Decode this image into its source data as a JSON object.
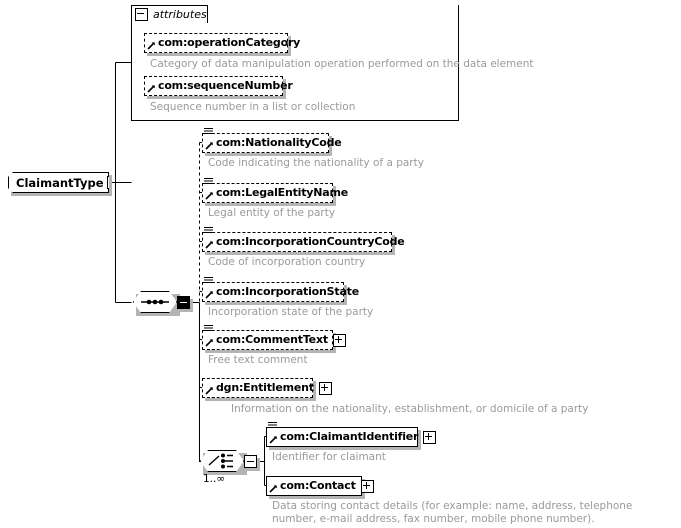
{
  "diagram": {
    "title": "ClaimantType",
    "type": "xsd-schema-diagram",
    "colors": {
      "line": "#000000",
      "box_fill": "#ffffff",
      "shadow": "#b4b4b4",
      "description_text": "#9a9a9a"
    }
  },
  "root": {
    "name": "ClaimantType",
    "collapse_icon": "minus-box"
  },
  "attributes_panel": {
    "tab_label": "attributes",
    "tab_icon": "minus-box",
    "items": [
      {
        "name": "com:operationCategory",
        "description": "Category of data manipulation operation performed on the data element",
        "optional": true,
        "icon": "attribute-arrow-icon"
      },
      {
        "name": "com:sequenceNumber",
        "description": "Sequence number in a list or collection",
        "optional": true,
        "icon": "attribute-arrow-icon"
      }
    ]
  },
  "sequence": {
    "compositor": "sequence",
    "button": "filled-minus-box",
    "children": [
      {
        "name": "com:NationalityCode",
        "description": "Code indicating the nationality of a party",
        "optional": true,
        "expandable": false
      },
      {
        "name": "com:LegalEntityName",
        "description": "Legal entity of the party",
        "optional": true,
        "expandable": false
      },
      {
        "name": "com:IncorporationCountryCode",
        "description": "Code of incorporation country",
        "optional": true,
        "expandable": false
      },
      {
        "name": "com:IncorporationState",
        "description": "Incorporation state of the party",
        "optional": true,
        "expandable": false
      },
      {
        "name": "com:CommentText",
        "description": "Free text comment",
        "optional": true,
        "expandable": true
      },
      {
        "name": "dgn:Entitlement",
        "description": "Information on the nationality, establishment, or domicile of a party",
        "optional": true,
        "expandable": true
      }
    ]
  },
  "choice": {
    "compositor": "choice",
    "occurrence": "1..∞",
    "button": "open-minus-box",
    "children": [
      {
        "name": "com:ClaimantIdentifier",
        "description": "Identifier for claimant",
        "optional": false,
        "expandable": true
      },
      {
        "name": "com:Contact",
        "description": "Data storing contact details (for example: name, address, telephone number, e-mail address, fax number, mobile phone number).",
        "optional": false,
        "expandable": true
      }
    ]
  }
}
